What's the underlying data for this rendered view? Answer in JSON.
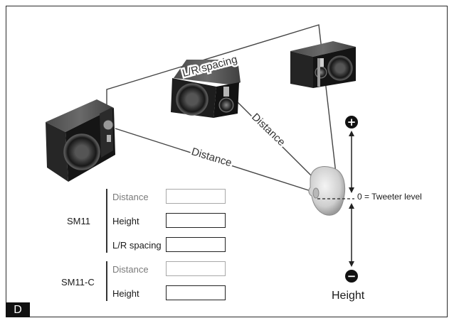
{
  "diagram": {
    "lr_spacing_label": "L/R spacing",
    "distance_label_left": "Distance",
    "distance_label_center": "Distance",
    "tweeter_level_label": "0 = Tweeter level",
    "height_label": "Height",
    "plus_symbol": "+",
    "minus_symbol": "−",
    "corner_letter": "D"
  },
  "form": {
    "groups": [
      {
        "name": "SM11",
        "fields": [
          {
            "label": "Distance",
            "value": "",
            "greyed": true
          },
          {
            "label": "Height",
            "value": "",
            "greyed": false
          },
          {
            "label": "L/R spacing",
            "value": "",
            "greyed": false
          }
        ]
      },
      {
        "name": "SM11-C",
        "fields": [
          {
            "label": "Distance",
            "value": "",
            "greyed": true
          },
          {
            "label": "Height",
            "value": "",
            "greyed": false
          }
        ]
      }
    ]
  },
  "colors": {
    "line": "#444444",
    "cabinet": "#1c1c1c",
    "wood_top": "#5a5a5a",
    "greyed_text": "#7a7a7a"
  }
}
